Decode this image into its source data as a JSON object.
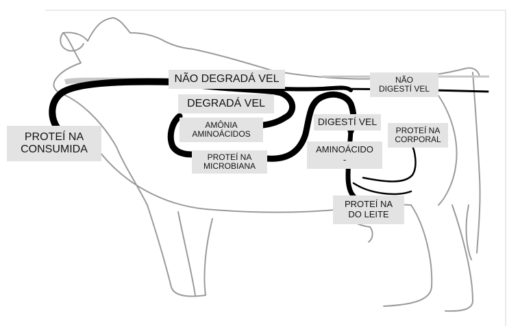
{
  "diagram": {
    "labels": {
      "consumed": "PROTEÍ NA\nCONSUMIDA",
      "non_degradable": "NÃO DEGRADÁ VEL",
      "degradable": "DEGRADÁ VEL",
      "ammonia_amino": "AMÔNIA\nAMINOÁCIDOS",
      "microbial": "PROTEÍ NA\nMICROBIANA",
      "non_digestible": "NÃO\nDIGESTÍ VEL",
      "digestible": "DIGESTÍ VEL",
      "amino_acid": "AMINOÁCIDO\n-",
      "body_protein": "PROTEÍ NA\nCORPORAL",
      "milk_protein": "PROTEÍ NA\nDO LEITE"
    }
  }
}
